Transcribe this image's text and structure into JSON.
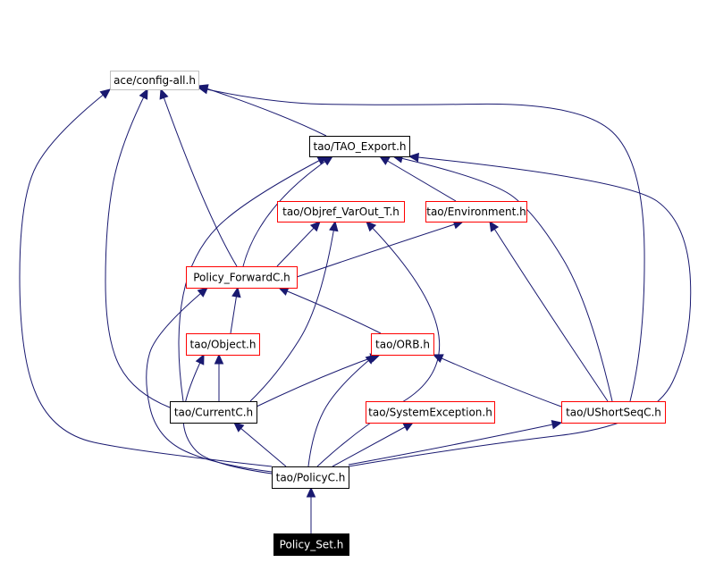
{
  "diagram": {
    "colors": {
      "edge": "#191970",
      "box_default": "#ff0000",
      "box_plain": "#000000",
      "box_system": "#bfbfbf",
      "box_root_fill": "#000000",
      "text": "#000000",
      "text_root": "#ffffff"
    },
    "nodes": [
      {
        "id": "ace_config_all",
        "label": "ace/config-all.h",
        "style": "system"
      },
      {
        "id": "tao_export",
        "label": "tao/TAO_Export.h",
        "style": "plain"
      },
      {
        "id": "objref_varout",
        "label": "tao/Objref_VarOut_T.h",
        "style": "default"
      },
      {
        "id": "environment",
        "label": "tao/Environment.h",
        "style": "default"
      },
      {
        "id": "policy_forwardc",
        "label": "Policy_ForwardC.h",
        "style": "default"
      },
      {
        "id": "object",
        "label": "tao/Object.h",
        "style": "default"
      },
      {
        "id": "orb",
        "label": "tao/ORB.h",
        "style": "default"
      },
      {
        "id": "currentc",
        "label": "tao/CurrentC.h",
        "style": "plain"
      },
      {
        "id": "system_exception",
        "label": "tao/SystemException.h",
        "style": "default"
      },
      {
        "id": "ushortseqc",
        "label": "tao/UShortSeqC.h",
        "style": "default"
      },
      {
        "id": "policyc",
        "label": "tao/PolicyC.h",
        "style": "plain"
      },
      {
        "id": "policy_set",
        "label": "Policy_Set.h",
        "style": "root"
      }
    ],
    "edges": [
      {
        "from": "policy_set",
        "to": "policyc"
      },
      {
        "from": "policyc",
        "to": "ace_config_all"
      },
      {
        "from": "policyc",
        "to": "tao_export"
      },
      {
        "from": "policyc",
        "to": "policy_forwardc"
      },
      {
        "from": "policyc",
        "to": "object"
      },
      {
        "from": "policyc",
        "to": "orb"
      },
      {
        "from": "policyc",
        "to": "currentc"
      },
      {
        "from": "policyc",
        "to": "system_exception"
      },
      {
        "from": "policyc",
        "to": "ushortseqc"
      },
      {
        "from": "policyc",
        "to": "objref_varout"
      },
      {
        "from": "currentc",
        "to": "ace_config_all"
      },
      {
        "from": "currentc",
        "to": "tao_export"
      },
      {
        "from": "currentc",
        "to": "objref_varout"
      },
      {
        "from": "currentc",
        "to": "object"
      },
      {
        "from": "currentc",
        "to": "orb"
      },
      {
        "from": "policy_forwardc",
        "to": "ace_config_all"
      },
      {
        "from": "policy_forwardc",
        "to": "tao_export"
      },
      {
        "from": "policy_forwardc",
        "to": "objref_varout"
      },
      {
        "from": "policy_forwardc",
        "to": "environment"
      },
      {
        "from": "object",
        "to": "policy_forwardc"
      },
      {
        "from": "orb",
        "to": "policy_forwardc"
      },
      {
        "from": "ushortseqc",
        "to": "ace_config_all"
      },
      {
        "from": "ushortseqc",
        "to": "tao_export"
      },
      {
        "from": "ushortseqc",
        "to": "environment"
      },
      {
        "from": "ushortseqc",
        "to": "orb"
      },
      {
        "from": "environment",
        "to": "tao_export"
      },
      {
        "from": "tao_export",
        "to": "ace_config_all"
      }
    ]
  }
}
